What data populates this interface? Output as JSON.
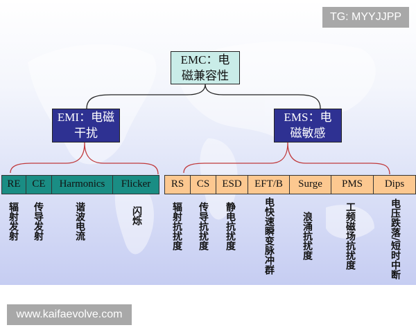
{
  "root": {
    "line1": "EMC：电",
    "line2": "磁兼容性"
  },
  "emi": {
    "line1": "EMI：电磁",
    "line2": "干扰",
    "items": [
      {
        "code": "RE",
        "desc": "辐射发射"
      },
      {
        "code": "CE",
        "desc": "传导发射"
      },
      {
        "code": "Harmonics",
        "desc": "谐波电流"
      },
      {
        "code": "Flicker",
        "desc": "闪烁"
      }
    ]
  },
  "ems": {
    "line1": "EMS：电",
    "line2": "磁敏感",
    "items": [
      {
        "code": "RS",
        "desc": "辐射抗扰度"
      },
      {
        "code": "CS",
        "desc": "传导抗扰度"
      },
      {
        "code": "ESD",
        "desc": "静电抗扰度"
      },
      {
        "code": "EFT/B",
        "desc": "电快速瞬变脉冲群"
      },
      {
        "code": "Surge",
        "desc": "浪涌抗扰度"
      },
      {
        "code": "PMS",
        "desc": "工频磁场抗扰度"
      },
      {
        "code": "Dips",
        "desc": "电压跌落/短时中断"
      }
    ]
  },
  "watermarks": {
    "top": "TG: MYYJJPP",
    "bottom": "www.kaifaevolve.com"
  },
  "colors": {
    "emc_fill": "#c9ece8",
    "branch_fill": "#2e3192",
    "emi_items": "#1a8d84",
    "ems_items": "#fcc890",
    "emc_connector": "#222222",
    "sub_connector": "#c0393b"
  }
}
